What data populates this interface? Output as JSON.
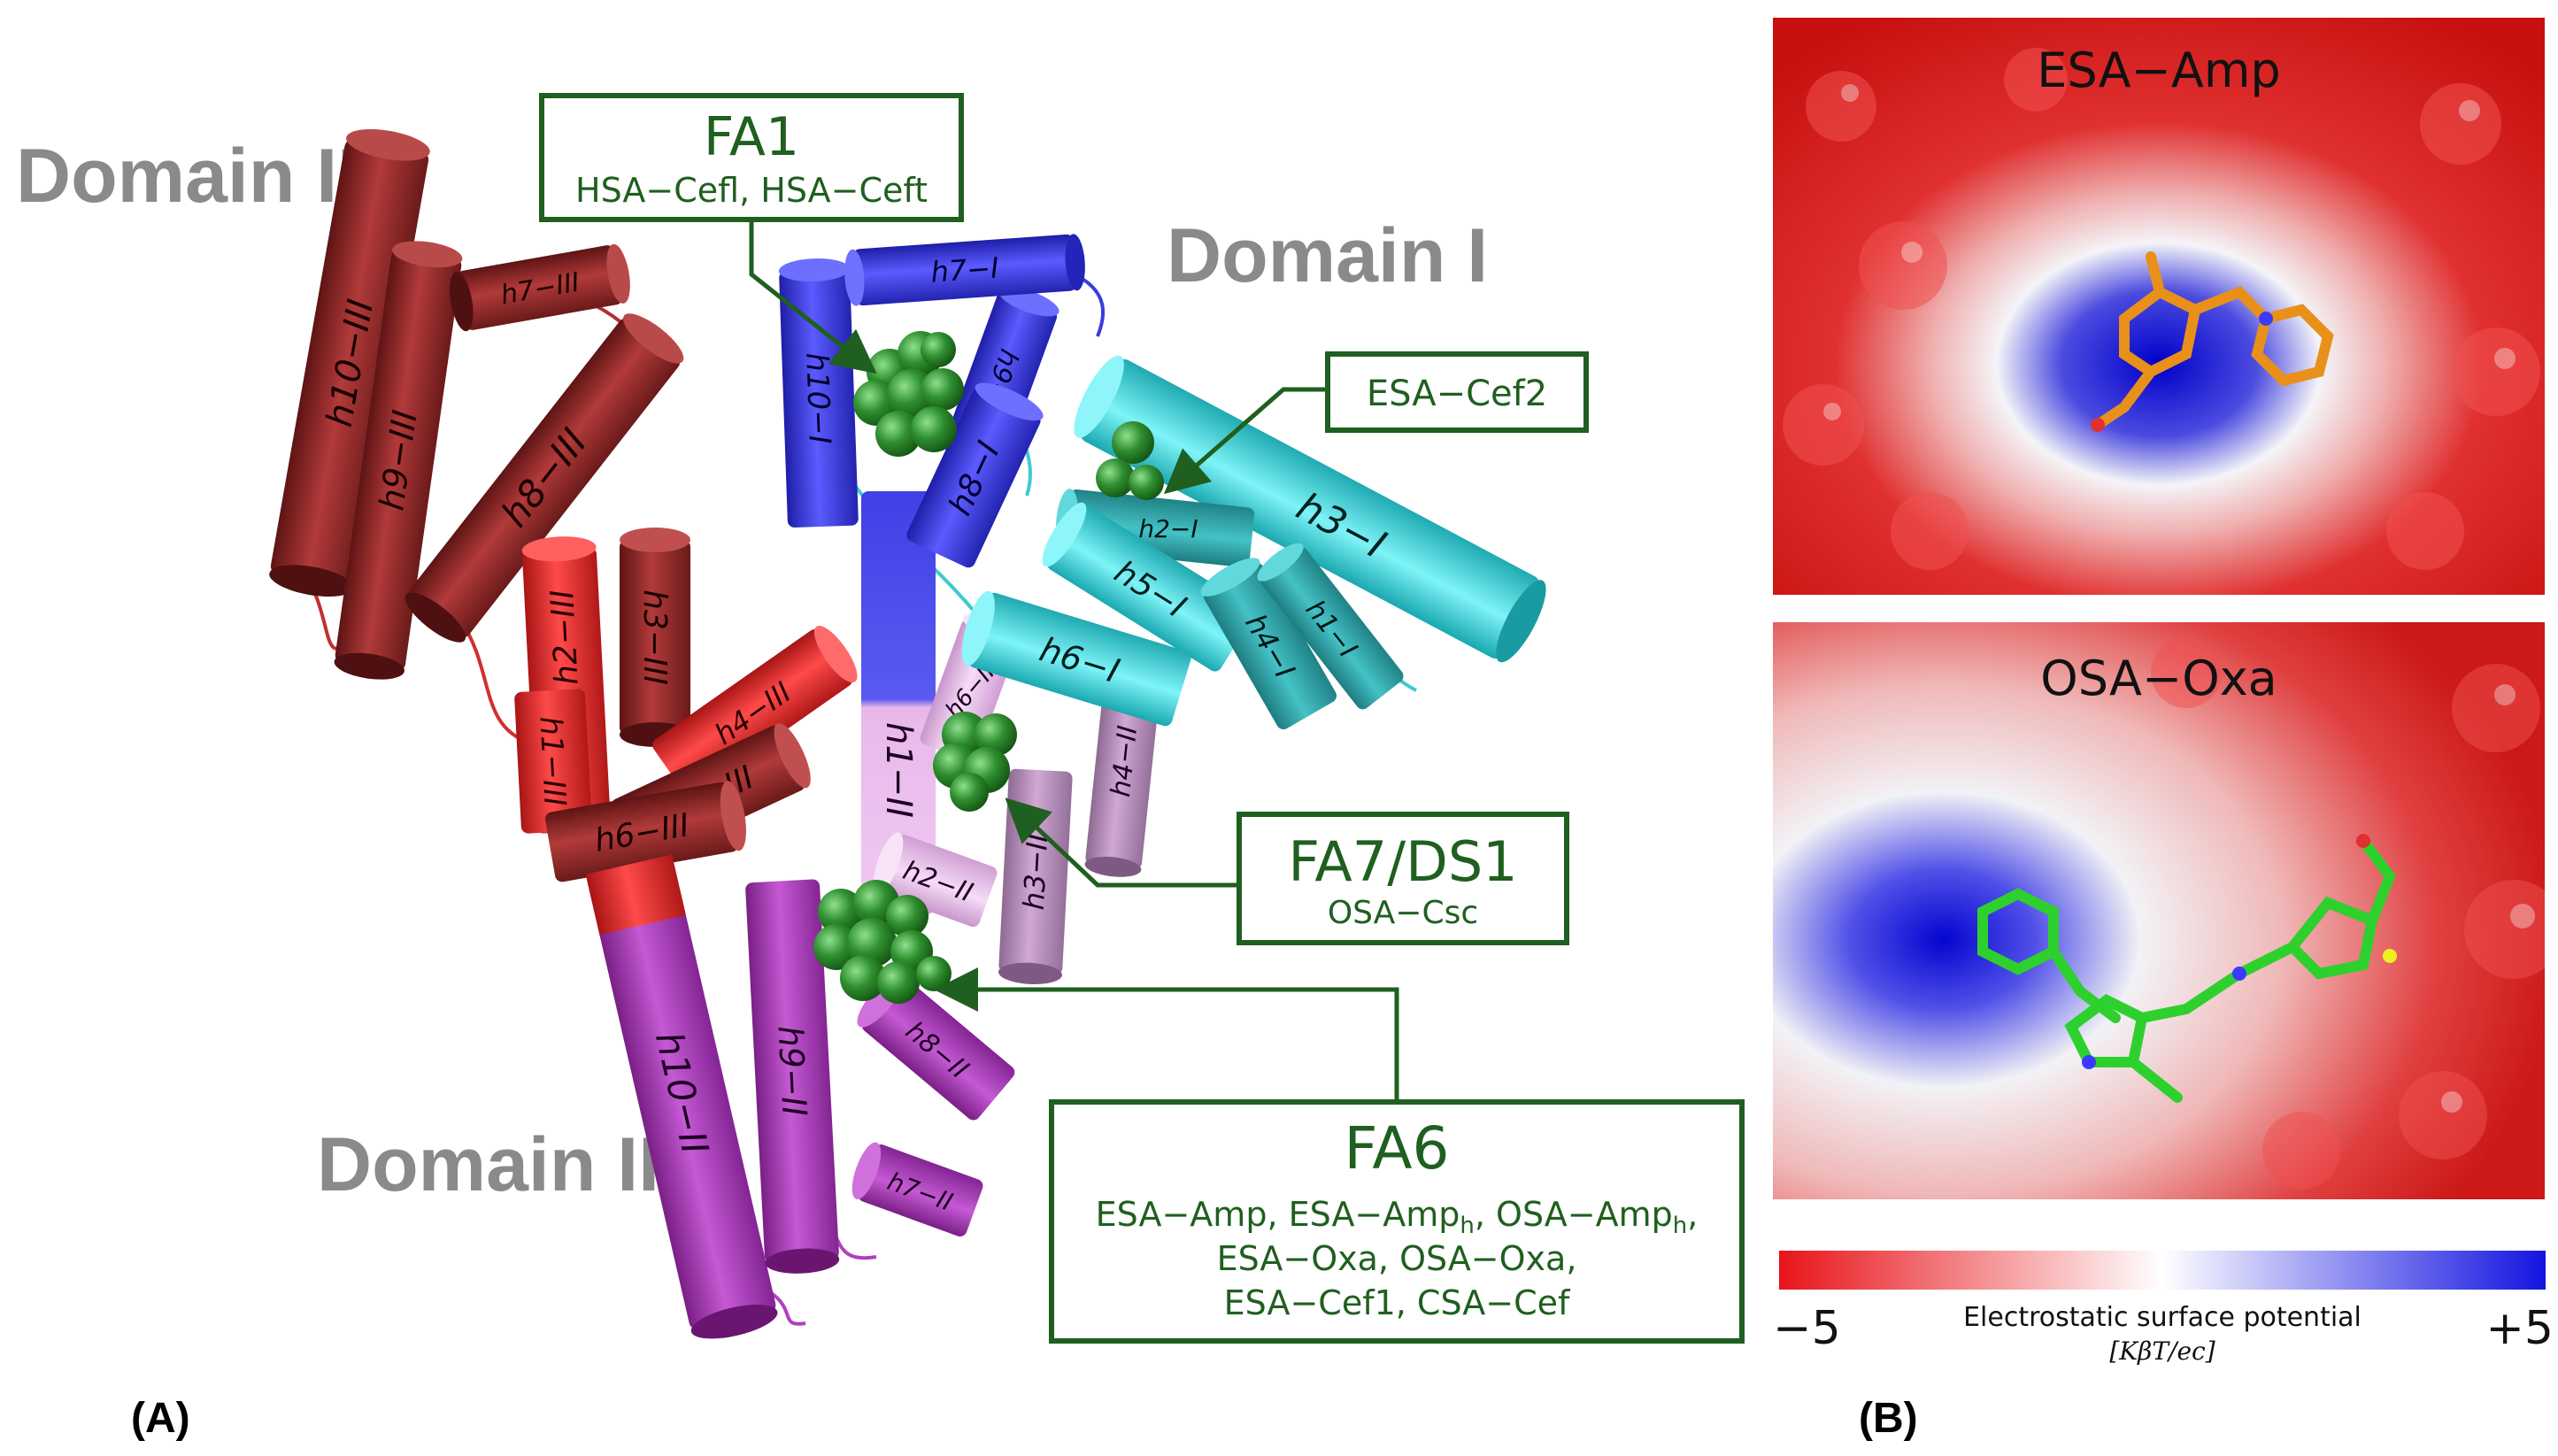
{
  "panel_a": {
    "label": "(A)",
    "domain_labels": {
      "domain_i": "Domain I",
      "domain_ii": "Domain II",
      "domain_iii": "Domain III"
    },
    "helices": {
      "h10_III": "h10−III",
      "h9_III": "h9−III",
      "h8_III": "h8−III",
      "h7_III": "h7−III",
      "h2_III": "h2−III",
      "h3_III": "h3−III",
      "h1_III": "h1−III",
      "h4_III": "h4−III",
      "h5_III": "h5−III",
      "h6_III": "h6−III",
      "h10_II": "h10−II",
      "h9_II": "h9−II",
      "h8_II": "h8−II",
      "h7_II": "h7−II",
      "h1_II": "h1−II",
      "h2_II": "h2−II",
      "h3_II": "h3−II",
      "h4_II": "h4−II",
      "h6_II": "h6−II",
      "h10_I": "h10−I",
      "h9_I": "h9−I",
      "h8_I": "h8−I",
      "h7_I": "h7−I",
      "h3_I": "h3−I",
      "h2_I": "h2−I",
      "h5_I": "h5−I",
      "h4_I": "h4−I",
      "h1_I": "h1−I",
      "h6_I": "h6−I"
    },
    "callouts": {
      "fa1": {
        "title": "FA1",
        "text": "HSA−Cefl, HSA−Ceft"
      },
      "cef2": {
        "title": "ESA−Cef2"
      },
      "fa7": {
        "title": "FA7/DS1",
        "text": "OSA−Csc"
      },
      "fa6": {
        "title": "FA6",
        "line1_a": "ESA−Amp, ESA−Amp",
        "line1_sub1": "h",
        "line1_b": ", OSA−Amp",
        "line1_sub2": "h",
        "line1_c": ",",
        "line2": "ESA−Oxa, OSA−Oxa,",
        "line3": "ESA−Cef1, CSA−Cef"
      }
    }
  },
  "panel_b": {
    "label": "(B)",
    "top_image_label": "ESA−Amp",
    "bottom_image_label": "OSA−Oxa",
    "colorbar": {
      "min_label": "−5",
      "max_label": "+5",
      "title": "Electrostatic surface potential",
      "unit": "[KβT/ec]",
      "colors": [
        "#e8141a",
        "#ffffff",
        "#1414e0"
      ]
    }
  },
  "colors": {
    "callout_green": "#1f5f1f",
    "domain_gray": "#8a8a8a",
    "domain_iii": "#9b2d2d",
    "domain_iii_light": "#e03030",
    "domain_ii": "#b040c0",
    "domain_ii_light": "#e8b8ea",
    "domain_i": "#3c3ce0",
    "domain_i_cyan": "#40e0e8",
    "ligand": "#2e8b2e"
  }
}
